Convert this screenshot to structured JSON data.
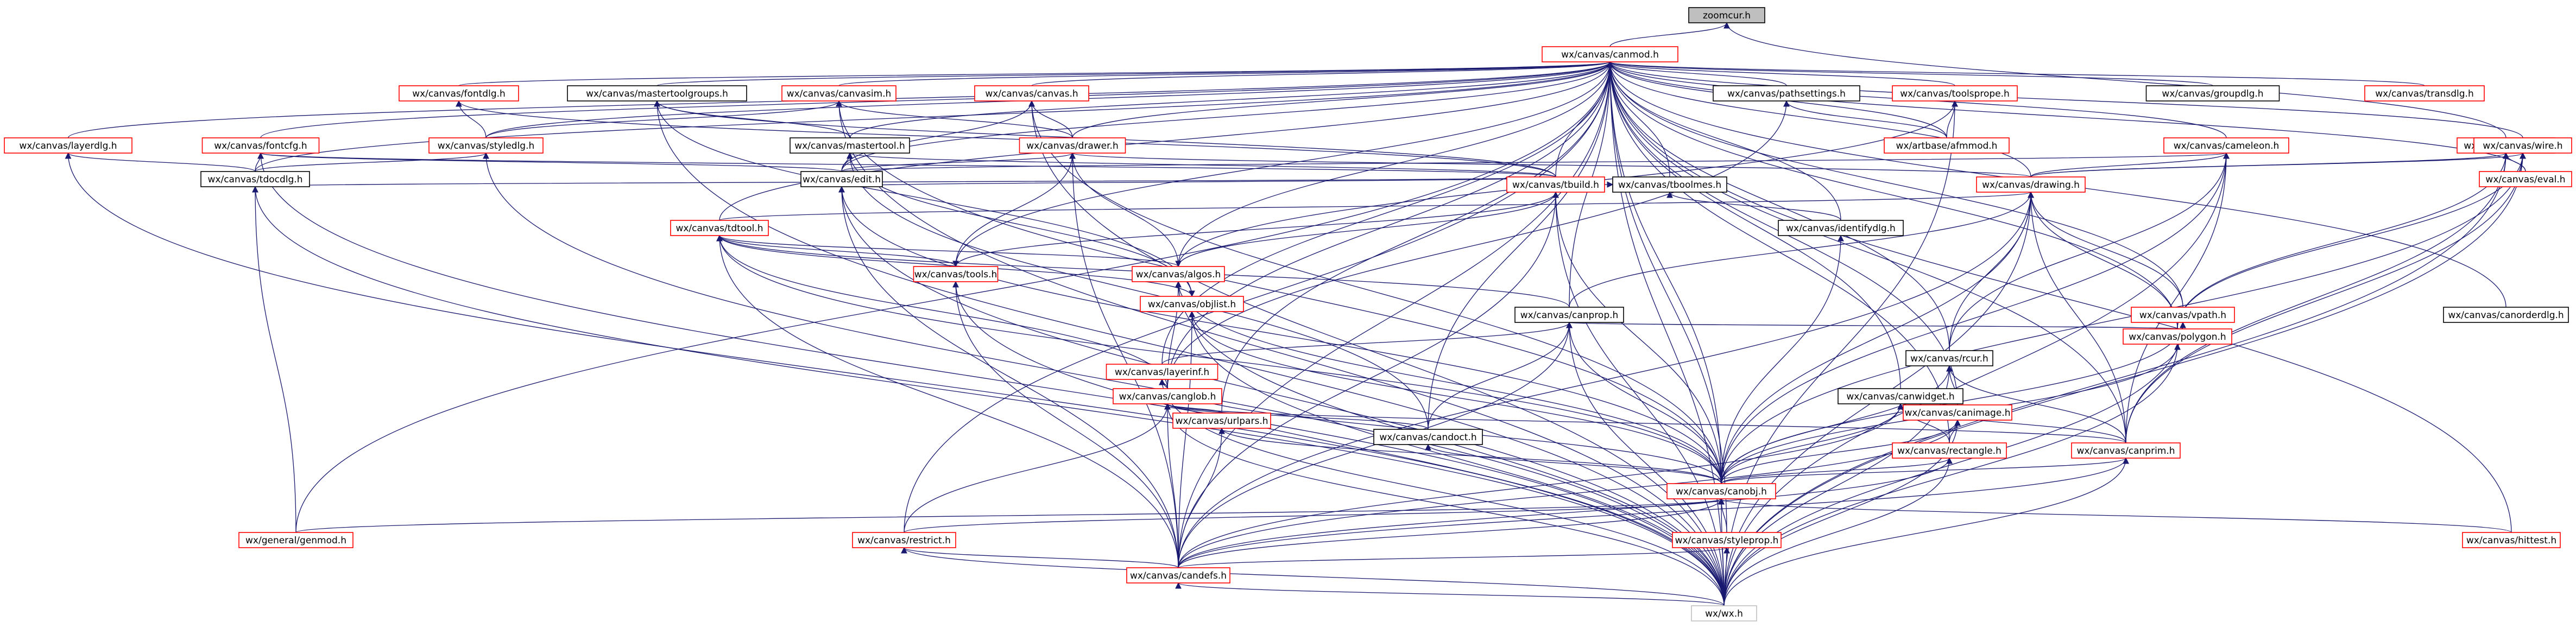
{
  "diagram": {
    "type": "include-dependency-graph",
    "edge_color": "#191970",
    "node_border_colors": {
      "red": "#ff0000",
      "black": "#000000",
      "gray": "#bfbfbf"
    },
    "root_fill": "#bfbfbf",
    "nodes": [
      {
        "id": "zoomcur",
        "label": "zoomcur.h",
        "style": "root"
      },
      {
        "id": "canmod",
        "label": "wx/canvas/canmod.h",
        "style": "red"
      },
      {
        "id": "layerdlg",
        "label": "wx/canvas/layerdlg.h",
        "style": "red"
      },
      {
        "id": "fontdlg",
        "label": "wx/canvas/fontdlg.h",
        "style": "red"
      },
      {
        "id": "fontcfg",
        "label": "wx/canvas/fontcfg.h",
        "style": "red"
      },
      {
        "id": "mastertoolgroups",
        "label": "wx/canvas/mastertoolgroups.h",
        "style": "black"
      },
      {
        "id": "canvasim",
        "label": "wx/canvas/canvasim.h",
        "style": "red"
      },
      {
        "id": "canvas",
        "label": "wx/canvas/canvas.h",
        "style": "red"
      },
      {
        "id": "pathsettings",
        "label": "wx/canvas/pathsettings.h",
        "style": "black"
      },
      {
        "id": "toolsprope",
        "label": "wx/canvas/toolsprope.h",
        "style": "red"
      },
      {
        "id": "groupdlg",
        "label": "wx/canvas/groupdlg.h",
        "style": "black"
      },
      {
        "id": "transdlg",
        "label": "wx/canvas/transdlg.h",
        "style": "red"
      },
      {
        "id": "canvasmeta",
        "label": "wx/canvas/meta.h",
        "style": "red"
      },
      {
        "id": "canorderdlg",
        "label": "wx/canvas/canorderdlg.h",
        "style": "black"
      },
      {
        "id": "styledlg",
        "label": "wx/canvas/styledlg.h",
        "style": "red"
      },
      {
        "id": "mastertool",
        "label": "wx/canvas/mastertool.h",
        "style": "black"
      },
      {
        "id": "drawer",
        "label": "wx/canvas/drawer.h",
        "style": "red"
      },
      {
        "id": "artbase",
        "label": "wx/artbase/afmmod.h",
        "style": "red"
      },
      {
        "id": "cameleon",
        "label": "wx/canvas/cameleon.h",
        "style": "red"
      },
      {
        "id": "wire",
        "label": "wx/canvas/wire.h",
        "style": "red"
      },
      {
        "id": "eval",
        "label": "wx/canvas/eval.h",
        "style": "red"
      },
      {
        "id": "tdocdlg",
        "label": "wx/canvas/tdocdlg.h",
        "style": "black"
      },
      {
        "id": "edit",
        "label": "wx/canvas/edit.h",
        "style": "black"
      },
      {
        "id": "tbuild",
        "label": "wx/canvas/tbuild.h",
        "style": "red"
      },
      {
        "id": "tboolmes",
        "label": "wx/canvas/tboolmes.h",
        "style": "black"
      },
      {
        "id": "drawing",
        "label": "wx/canvas/drawing.h",
        "style": "red"
      },
      {
        "id": "identifydlg",
        "label": "wx/canvas/identifydlg.h",
        "style": "black"
      },
      {
        "id": "tdtool",
        "label": "wx/canvas/tdtool.h",
        "style": "red"
      },
      {
        "id": "tools",
        "label": "wx/canvas/tools.h",
        "style": "red"
      },
      {
        "id": "algos",
        "label": "wx/canvas/algos.h",
        "style": "red"
      },
      {
        "id": "objlist",
        "label": "wx/canvas/objlist.h",
        "style": "red"
      },
      {
        "id": "vpath",
        "label": "wx/canvas/vpath.h",
        "style": "red"
      },
      {
        "id": "canprop",
        "label": "wx/canvas/canprop.h",
        "style": "black"
      },
      {
        "id": "layerinf",
        "label": "wx/canvas/layerinf.h",
        "style": "red"
      },
      {
        "id": "polygon",
        "label": "wx/canvas/polygon.h",
        "style": "red"
      },
      {
        "id": "rcur",
        "label": "wx/canvas/rcur.h",
        "style": "black"
      },
      {
        "id": "canglob",
        "label": "wx/canvas/canglob.h",
        "style": "red"
      },
      {
        "id": "canwidget",
        "label": "wx/canvas/canwidget.h",
        "style": "black"
      },
      {
        "id": "canimage",
        "label": "wx/canvas/canimage.h",
        "style": "red"
      },
      {
        "id": "urlpars",
        "label": "wx/canvas/urlpars.h",
        "style": "red"
      },
      {
        "id": "candoct",
        "label": "wx/canvas/candoct.h",
        "style": "black"
      },
      {
        "id": "rectangle",
        "label": "wx/canvas/rectangle.h",
        "style": "red"
      },
      {
        "id": "canprim",
        "label": "wx/canvas/canprim.h",
        "style": "red"
      },
      {
        "id": "canobj",
        "label": "wx/canvas/canobj.h",
        "style": "red"
      },
      {
        "id": "genmod",
        "label": "wx/general/genmod.h",
        "style": "red"
      },
      {
        "id": "restrict",
        "label": "wx/canvas/restrict.h",
        "style": "red"
      },
      {
        "id": "styleprop",
        "label": "wx/canvas/styleprop.h",
        "style": "red"
      },
      {
        "id": "hittest",
        "label": "wx/canvas/hittest.h",
        "style": "red"
      },
      {
        "id": "candefs",
        "label": "wx/canvas/candefs.h",
        "style": "red"
      },
      {
        "id": "wxh",
        "label": "wx/wx.h",
        "style": "gray"
      }
    ],
    "edges": [
      [
        "canmod",
        "zoomcur"
      ],
      [
        "canvasmeta",
        "zoomcur"
      ],
      [
        "layerdlg",
        "canmod"
      ],
      [
        "fontdlg",
        "canmod"
      ],
      [
        "fontcfg",
        "canmod"
      ],
      [
        "mastertoolgroups",
        "canmod"
      ],
      [
        "canvasim",
        "canmod"
      ],
      [
        "canvas",
        "canmod"
      ],
      [
        "pathsettings",
        "canmod"
      ],
      [
        "toolsprope",
        "canmod"
      ],
      [
        "groupdlg",
        "canmod"
      ],
      [
        "transdlg",
        "canmod"
      ],
      [
        "canorderdlg",
        "canmod"
      ],
      [
        "styledlg",
        "canmod"
      ],
      [
        "mastertool",
        "canmod"
      ],
      [
        "drawer",
        "canmod"
      ],
      [
        "artbase",
        "canmod"
      ],
      [
        "cameleon",
        "canmod"
      ],
      [
        "wire",
        "canmod"
      ],
      [
        "eval",
        "canmod"
      ],
      [
        "tdocdlg",
        "canmod"
      ],
      [
        "edit",
        "canmod"
      ],
      [
        "tbuild",
        "canmod"
      ],
      [
        "tboolmes",
        "canmod"
      ],
      [
        "drawing",
        "canmod"
      ],
      [
        "identifydlg",
        "canmod"
      ],
      [
        "tdtool",
        "canmod"
      ],
      [
        "tools",
        "canmod"
      ],
      [
        "algos",
        "canmod"
      ],
      [
        "vpath",
        "canmod"
      ],
      [
        "canprop",
        "canmod"
      ],
      [
        "layerinf",
        "canmod"
      ],
      [
        "polygon",
        "canmod"
      ],
      [
        "rcur",
        "canmod"
      ],
      [
        "canglob",
        "canmod"
      ],
      [
        "canwidget",
        "canmod"
      ],
      [
        "canimage",
        "canmod"
      ],
      [
        "urlpars",
        "canmod"
      ],
      [
        "candoct",
        "canmod"
      ],
      [
        "rectangle",
        "canmod"
      ],
      [
        "canprim",
        "canmod"
      ],
      [
        "canobj",
        "canmod"
      ],
      [
        "genmod",
        "canmod"
      ],
      [
        "restrict",
        "canmod"
      ],
      [
        "styleprop",
        "canmod"
      ],
      [
        "hittest",
        "canmod"
      ],
      [
        "candefs",
        "canmod"
      ],
      [
        "wxh",
        "canmod"
      ],
      [
        "tdocdlg",
        "layerdlg"
      ],
      [
        "wxh",
        "layerdlg"
      ],
      [
        "styledlg",
        "fontdlg"
      ],
      [
        "tbuild",
        "fontdlg"
      ],
      [
        "tdocdlg",
        "fontcfg"
      ],
      [
        "edit",
        "fontcfg"
      ],
      [
        "tbuild",
        "fontcfg"
      ],
      [
        "wxh",
        "fontcfg"
      ],
      [
        "mastertool",
        "mastertoolgroups"
      ],
      [
        "tbuild",
        "mastertoolgroups"
      ],
      [
        "objlist",
        "mastertoolgroups"
      ],
      [
        "wxh",
        "mastertoolgroups"
      ],
      [
        "styledlg",
        "canvasim"
      ],
      [
        "drawer",
        "canvasim"
      ],
      [
        "canobj",
        "canvasim"
      ],
      [
        "wxh",
        "canvasim"
      ],
      [
        "drawer",
        "canvas"
      ],
      [
        "edit",
        "canvas"
      ],
      [
        "canobj",
        "canvas"
      ],
      [
        "wxh",
        "canvas"
      ],
      [
        "artbase",
        "pathsettings"
      ],
      [
        "canglob",
        "pathsettings"
      ],
      [
        "artbase",
        "toolsprope"
      ],
      [
        "algos",
        "toolsprope"
      ],
      [
        "wxh",
        "toolsprope"
      ],
      [
        "tdocdlg",
        "styledlg"
      ],
      [
        "wxh",
        "styledlg"
      ],
      [
        "edit",
        "mastertool"
      ],
      [
        "tbuild",
        "mastertool"
      ],
      [
        "objlist",
        "mastertool"
      ],
      [
        "candoct",
        "mastertool"
      ],
      [
        "edit",
        "drawer"
      ],
      [
        "tools",
        "drawer"
      ],
      [
        "algos",
        "drawer"
      ],
      [
        "drawing",
        "drawer"
      ],
      [
        "candefs",
        "drawer"
      ],
      [
        "drawing",
        "cameleon"
      ],
      [
        "edit",
        "cameleon"
      ],
      [
        "rcur",
        "cameleon"
      ],
      [
        "canprim",
        "cameleon"
      ],
      [
        "canobj",
        "cameleon"
      ],
      [
        "wxh",
        "cameleon"
      ],
      [
        "drawing",
        "wire"
      ],
      [
        "polygon",
        "wire"
      ],
      [
        "canprim",
        "wire"
      ],
      [
        "canobj",
        "wire"
      ],
      [
        "wxh",
        "wire"
      ],
      [
        "eval",
        "canvasmeta"
      ],
      [
        "drawing",
        "canvasmeta"
      ],
      [
        "polygon",
        "canvasmeta"
      ],
      [
        "canprim",
        "canvasmeta"
      ],
      [
        "wxh",
        "canvasmeta"
      ],
      [
        "tbuild",
        "tdocdlg"
      ],
      [
        "genmod",
        "tdocdlg"
      ],
      [
        "wxh",
        "tdocdlg"
      ],
      [
        "tbuild",
        "edit"
      ],
      [
        "canobj",
        "edit"
      ],
      [
        "candefs",
        "edit"
      ],
      [
        "wxh",
        "edit"
      ],
      [
        "tools",
        "tbuild"
      ],
      [
        "algos",
        "tbuild"
      ],
      [
        "canobj",
        "tbuild"
      ],
      [
        "candefs",
        "tbuild"
      ],
      [
        "wxh",
        "tbuild"
      ],
      [
        "tbuild",
        "tboolmes"
      ],
      [
        "identifydlg",
        "tboolmes"
      ],
      [
        "tdtool",
        "drawing"
      ],
      [
        "vpath",
        "drawing"
      ],
      [
        "canprop",
        "drawing"
      ],
      [
        "rcur",
        "drawing"
      ],
      [
        "polygon",
        "drawing"
      ],
      [
        "canobj",
        "drawing"
      ],
      [
        "canprim",
        "drawing"
      ],
      [
        "candefs",
        "drawing"
      ],
      [
        "wxh",
        "drawing"
      ],
      [
        "canobj",
        "identifydlg"
      ],
      [
        "canprop",
        "tdtool"
      ],
      [
        "canglob",
        "tdtool"
      ],
      [
        "candefs",
        "tdtool"
      ],
      [
        "canobj",
        "tdtool"
      ],
      [
        "tdtool",
        "tools"
      ],
      [
        "candefs",
        "tools"
      ],
      [
        "wxh",
        "tools"
      ],
      [
        "tdtool",
        "algos"
      ],
      [
        "canglob",
        "algos"
      ],
      [
        "canobj",
        "algos"
      ],
      [
        "wxh",
        "algos"
      ],
      [
        "tdtool",
        "objlist"
      ],
      [
        "canobj",
        "objlist"
      ],
      [
        "candefs",
        "objlist"
      ],
      [
        "wxh",
        "objlist"
      ],
      [
        "canobj",
        "vpath"
      ],
      [
        "wxh",
        "vpath"
      ],
      [
        "layerinf",
        "canprop"
      ],
      [
        "polygon",
        "canprop"
      ],
      [
        "candoct",
        "canprop"
      ],
      [
        "canobj",
        "canprop"
      ],
      [
        "candefs",
        "canprop"
      ],
      [
        "wxh",
        "canprop"
      ],
      [
        "canglob",
        "layerinf"
      ],
      [
        "canobj",
        "layerinf"
      ],
      [
        "wxh",
        "layerinf"
      ],
      [
        "canobj",
        "polygon"
      ],
      [
        "wxh",
        "polygon"
      ],
      [
        "canimage",
        "rcur"
      ],
      [
        "canprim",
        "rcur"
      ],
      [
        "canobj",
        "rcur"
      ],
      [
        "wxh",
        "rcur"
      ],
      [
        "candoct",
        "canglob"
      ],
      [
        "urlpars",
        "canglob"
      ],
      [
        "canprim",
        "canglob"
      ],
      [
        "restrict",
        "canglob"
      ],
      [
        "candefs",
        "canglob"
      ],
      [
        "wxh",
        "canglob"
      ],
      [
        "rectangle",
        "canwidget"
      ],
      [
        "canprim",
        "canwidget"
      ],
      [
        "canobj",
        "canwidget"
      ],
      [
        "candefs",
        "canwidget"
      ],
      [
        "rectangle",
        "canimage"
      ],
      [
        "canobj",
        "canimage"
      ],
      [
        "candefs",
        "canimage"
      ],
      [
        "wxh",
        "canimage"
      ],
      [
        "canobj",
        "urlpars"
      ],
      [
        "candefs",
        "urlpars"
      ],
      [
        "canobj",
        "candoct"
      ],
      [
        "canobj",
        "rectangle"
      ],
      [
        "candefs",
        "rectangle"
      ],
      [
        "wxh",
        "rectangle"
      ],
      [
        "canobj",
        "canprim"
      ],
      [
        "candefs",
        "canprim"
      ],
      [
        "wxh",
        "canprim"
      ],
      [
        "genmod",
        "canobj"
      ],
      [
        "restrict",
        "canobj"
      ],
      [
        "styleprop",
        "canobj"
      ],
      [
        "hittest",
        "canobj"
      ],
      [
        "candefs",
        "canobj"
      ],
      [
        "wxh",
        "canobj"
      ],
      [
        "candefs",
        "restrict"
      ],
      [
        "wxh",
        "restrict"
      ],
      [
        "candefs",
        "styleprop"
      ],
      [
        "wxh",
        "styleprop"
      ],
      [
        "wxh",
        "candefs"
      ]
    ]
  }
}
